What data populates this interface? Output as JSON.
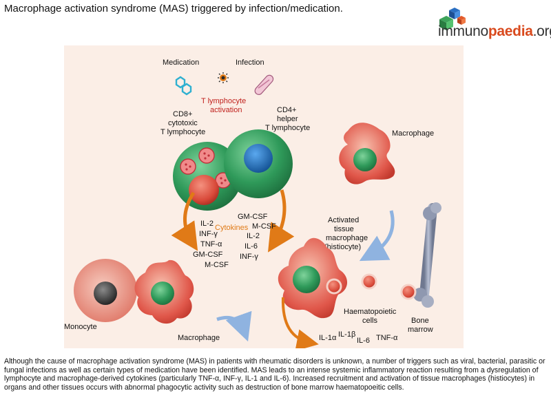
{
  "title": "Macrophage activation syndrome (MAS) triggered by infection/medication.",
  "logo": {
    "part1": "immuno",
    "part2": "paedia",
    "part3": ".org"
  },
  "diagram": {
    "medication": "Medication",
    "infection": "Infection",
    "t_activation": [
      "T lymphocyte",
      "activation"
    ],
    "cd8": [
      "CD8+",
      "cytotoxic",
      "T lymphocyte"
    ],
    "cd4": [
      "CD4+",
      "helper",
      "T lymphocyte"
    ],
    "cytokines": "Cytokines",
    "left_cytokines": [
      "IL-2",
      "INF-γ",
      "TNF-α",
      "GM-CSF",
      "M-CSF"
    ],
    "right_cytokines": [
      "GM-CSF",
      "M-CSF",
      "IL-2",
      "IL-6",
      "INF-γ"
    ],
    "macrophage_top": "Macrophage",
    "activated": [
      "Activated",
      "tissue",
      "macrophage",
      "(histiocyte)"
    ],
    "monocyte": "Monocyte",
    "macrophage_bottom": "Macrophage",
    "haematopoietic": [
      "Haematopoietic",
      "cells"
    ],
    "bone_marrow": [
      "Bone",
      "marrow"
    ],
    "bottom_cytokines": [
      "IL-1α",
      "IL-1β",
      "IL-6",
      "TNF-α"
    ]
  },
  "caption": "Although the cause of macrophage activation syndrome (MAS) in patients with rheumatic disorders is unknown, a number of triggers such as viral, bacterial, parasitic or fungal infections as well as certain types of medication have been identified. MAS leads to an intense systemic inflammatory reaction resulting from a dysregulation of lymphocyte and macrophage-derived cytokines (particularly TNF-α, INF-γ, IL-1 and IL-6). Increased recruitment and activation of tissue macrophages (histiocytes) in organs and other tissues occurs with abnormal phagocytic activity such as destruction of bone marrow haematopoeitic cells.",
  "colors": {
    "background": "#fbeee6",
    "green": "#2f9a5a",
    "red": "#d94a3a",
    "orange": "#e07a17",
    "blue": "#1f6fb8"
  }
}
